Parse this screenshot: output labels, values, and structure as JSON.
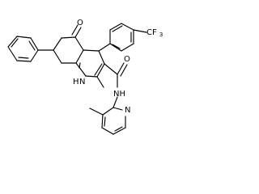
{
  "molecule": {
    "labels": {
      "ketone_oxygen": "O",
      "ring_nh": "H",
      "ring_nh_n": "N",
      "amide_oxygen": "O",
      "amide_nh": "NH",
      "pyridine_n": "N",
      "trifluoromethyl": "CF",
      "trifluoromethyl_subscript": "3"
    },
    "colors": {
      "bond": "#000000",
      "text": "#000000",
      "background": "#ffffff"
    }
  }
}
